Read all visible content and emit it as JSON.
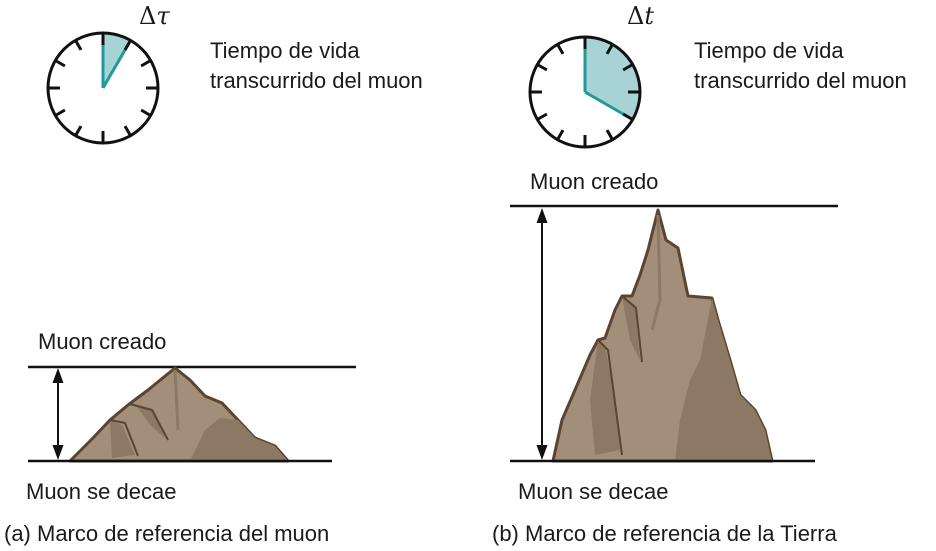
{
  "panel_a": {
    "symbol_delta": "Δ",
    "symbol_var": "τ",
    "lifetime_line1": "Tiempo de vida",
    "lifetime_line2": "transcurrido del muon",
    "created_label": "Muon creado",
    "decay_label": "Muon se decae",
    "caption": "(a) Marco de referencia del muon"
  },
  "panel_b": {
    "symbol_delta": "Δ",
    "symbol_var": "t",
    "lifetime_line1": "Tiempo de vida",
    "lifetime_line2": "transcurrido del muon",
    "created_label": "Muon creado",
    "decay_label": "Muon se decae",
    "caption": "(b) Marco de referencia de la Tierra"
  },
  "colors": {
    "clock_fill": "#a8d3d4",
    "clock_hand": "#1e9a9a",
    "mountain_light": "#a38f79",
    "mountain_dark": "#8d7863",
    "mountain_outline": "#5b4430"
  },
  "icons": [
    "stopwatch-icon",
    "mountain-illustration",
    "double-arrow-icon"
  ]
}
